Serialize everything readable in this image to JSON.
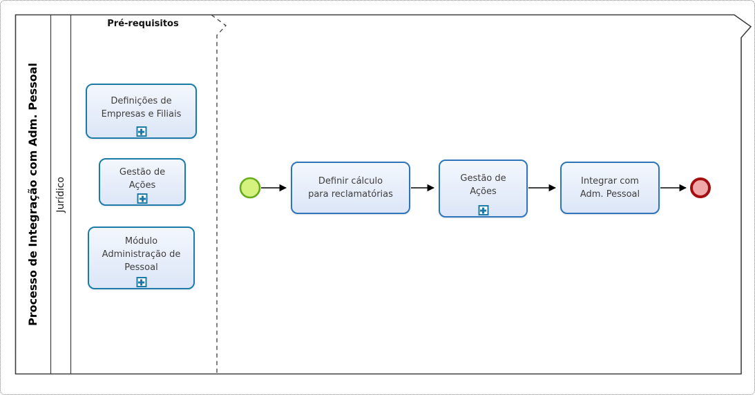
{
  "colors": {
    "task_border": "#2e74b8",
    "prereq_border": "#1b7ba6",
    "task_fill_top": "#f3f7fd",
    "task_fill_bottom": "#dce6f7",
    "start_fill": "#d5f17e",
    "start_border": "#66ac1e",
    "end_fill": "#efa9a9",
    "end_border": "#a40e0e",
    "flow_line": "#000000"
  },
  "pool": {
    "title": "Processo de Integração com Adm. Pessoal",
    "lane": "Jurídico",
    "phase": "Pré-requisitos"
  },
  "prerequisites": [
    {
      "label": "Definições de\nEmpresas e Filiais",
      "type": "subprocess"
    },
    {
      "label": "Gestão de\nAções",
      "type": "subprocess"
    },
    {
      "label": "Módulo\nAdministração de\nPessoal",
      "type": "subprocess"
    }
  ],
  "flow": {
    "start_event": "start-event",
    "tasks": [
      {
        "label": "Definir cálculo\npara reclamatórias",
        "type": "task"
      },
      {
        "label": "Gestão de\nAções",
        "type": "subprocess"
      },
      {
        "label": "Integrar com\nAdm. Pessoal",
        "type": "task"
      }
    ],
    "end_event": "end-event"
  }
}
